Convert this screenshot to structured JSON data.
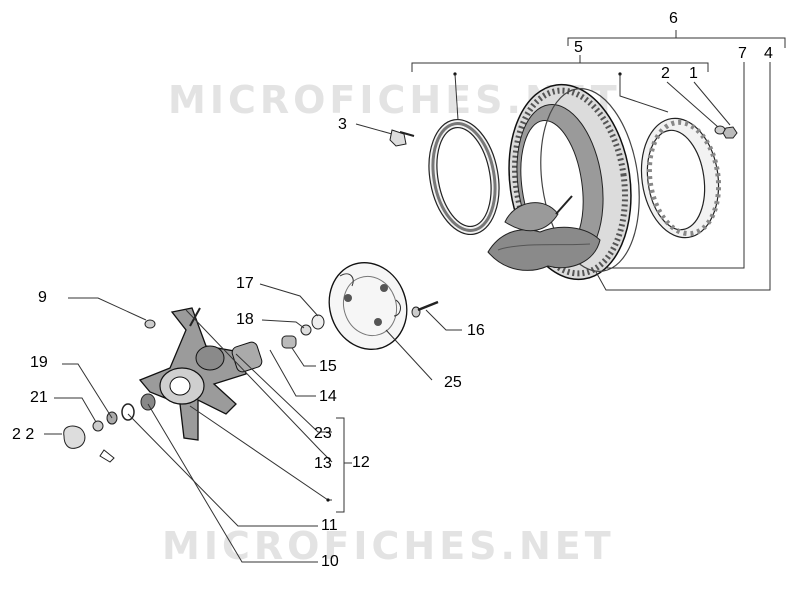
{
  "watermark": {
    "top": "MICROFICHES.NET",
    "bottom": "MICROFICHES.NET"
  },
  "callouts": {
    "c1": "1",
    "c2": "2",
    "c3": "3",
    "c4": "4",
    "c5": "5",
    "c6": "6",
    "c7": "7",
    "c9": "9",
    "c10": "10",
    "c11": "11",
    "c12": "12",
    "c13": "13",
    "c14": "14",
    "c15": "15",
    "c16": "16",
    "c17": "17",
    "c18": "18",
    "c19": "19",
    "c21": "21",
    "c22": "2 2",
    "c23": "23",
    "c25": "25"
  }
}
